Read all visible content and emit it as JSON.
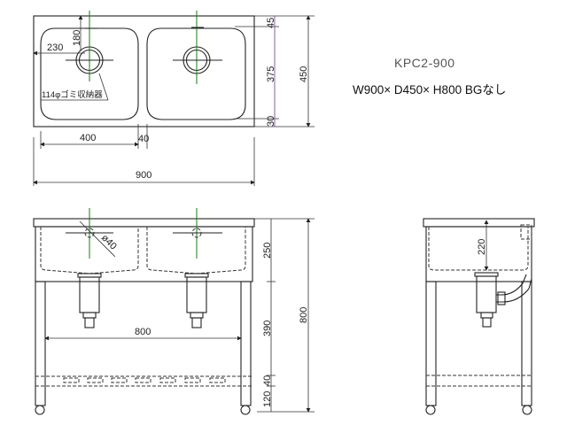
{
  "model": "KPC2-900",
  "spec": "W900× D450× H800  BGなし",
  "top_view": {
    "dims": {
      "width": "900",
      "bowl_width": "400",
      "gap": "40",
      "depth": "450",
      "back": "45",
      "bowl_depth": "375",
      "front": "30",
      "drain_x": "230",
      "drain_y": "180"
    },
    "drain_label": "114φゴミ収納器"
  },
  "front_view": {
    "dims": {
      "leg_span": "800",
      "height": "800",
      "bowl": "250",
      "middle": "390",
      "shelf": "40",
      "bottom": "120",
      "faucet_hole": "ø40"
    }
  },
  "side_view": {
    "dims": {
      "bowl_depth": "220"
    }
  }
}
